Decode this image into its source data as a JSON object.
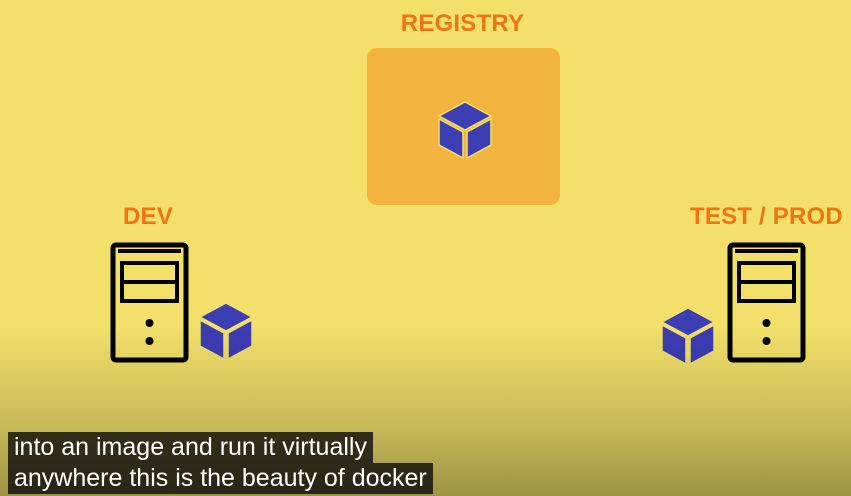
{
  "diagram": {
    "registry_label": "REGISTRY",
    "dev_label": "DEV",
    "test_prod_label": "TEST / PROD"
  },
  "colors": {
    "background": "#f2e06a",
    "label": "#ee7414",
    "registry_box": "#f2b43e",
    "cube": "#3d3db4",
    "server_stroke": "#000000",
    "caption_text": "#ffffff"
  },
  "icons": {
    "container": "cube-icon",
    "machine": "server-tower-icon"
  },
  "captions": {
    "line1": "into an image and run it virtually",
    "line2": "anywhere this is the beauty of docker"
  }
}
